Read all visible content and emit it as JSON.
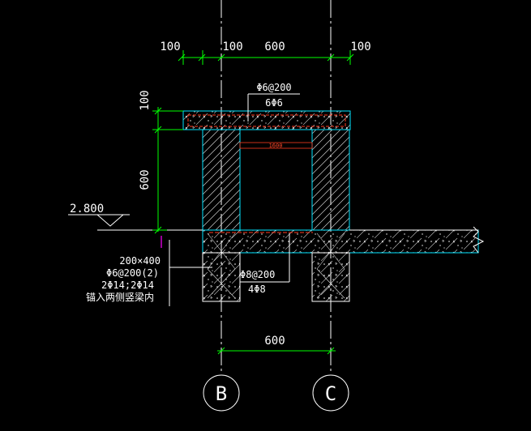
{
  "colors": {
    "background": "#000000",
    "concrete_outline": "#00e5ff",
    "rebar": "#ff3b1f",
    "dimension": "#00ff00",
    "line": "#ffffff",
    "marker": "#ff00ff"
  },
  "dimensions": {
    "top_offset_left": "100",
    "top_wall_left": "100",
    "top_span": "600",
    "top_offset_right": "100",
    "vertical_slab": "100",
    "vertical_wall": "600",
    "bottom_span": "600",
    "inner_small": "1600"
  },
  "elevation": {
    "label": "2.800"
  },
  "annotations": {
    "slab_rebar_top": "Φ6@200",
    "slab_rebar_bottom": "6Φ6",
    "beam_size": "200×400",
    "beam_stirrup": "Φ6@200(2)",
    "beam_bars": "2Φ14;2Φ14",
    "beam_note": "锚入两侧竖梁内",
    "floor_rebar_top": "Φ8@200",
    "floor_rebar_bottom": "4Φ8"
  },
  "axes": {
    "left": "B",
    "right": "C"
  }
}
